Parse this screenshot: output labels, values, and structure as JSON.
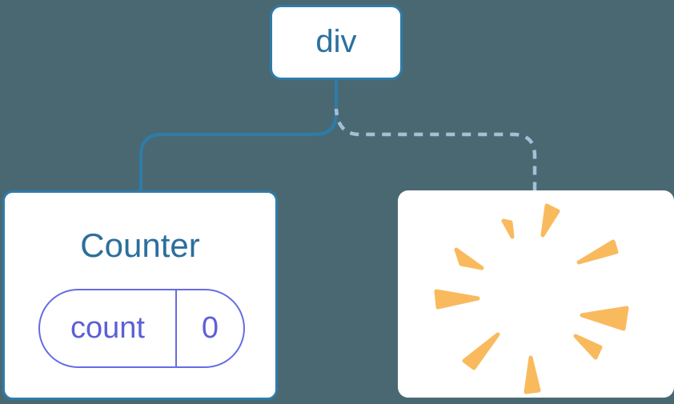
{
  "diagram": {
    "description": "React component tree diagram: div parent with Counter child (state preserved) and a removed child shown as a poof",
    "background": "#4A6872"
  },
  "colors": {
    "background": "#4A6872",
    "node_border": "#2E7CA9",
    "node_text": "#2B70A0",
    "solid_edge": "#2E7CA9",
    "dashed_edge": "#A2C0D7",
    "state_border": "#676CE2",
    "state_text": "#5D5FD7",
    "card_background": "#FFFFFF",
    "poof": "#F9BA5E"
  },
  "tree": {
    "root": {
      "label": "div"
    },
    "children": [
      {
        "type": "component",
        "title": "Counter",
        "edge_style": "solid",
        "state": {
          "key": "count",
          "value": "0"
        }
      },
      {
        "type": "removed",
        "icon": "poof-icon",
        "edge_style": "dashed"
      }
    ]
  }
}
